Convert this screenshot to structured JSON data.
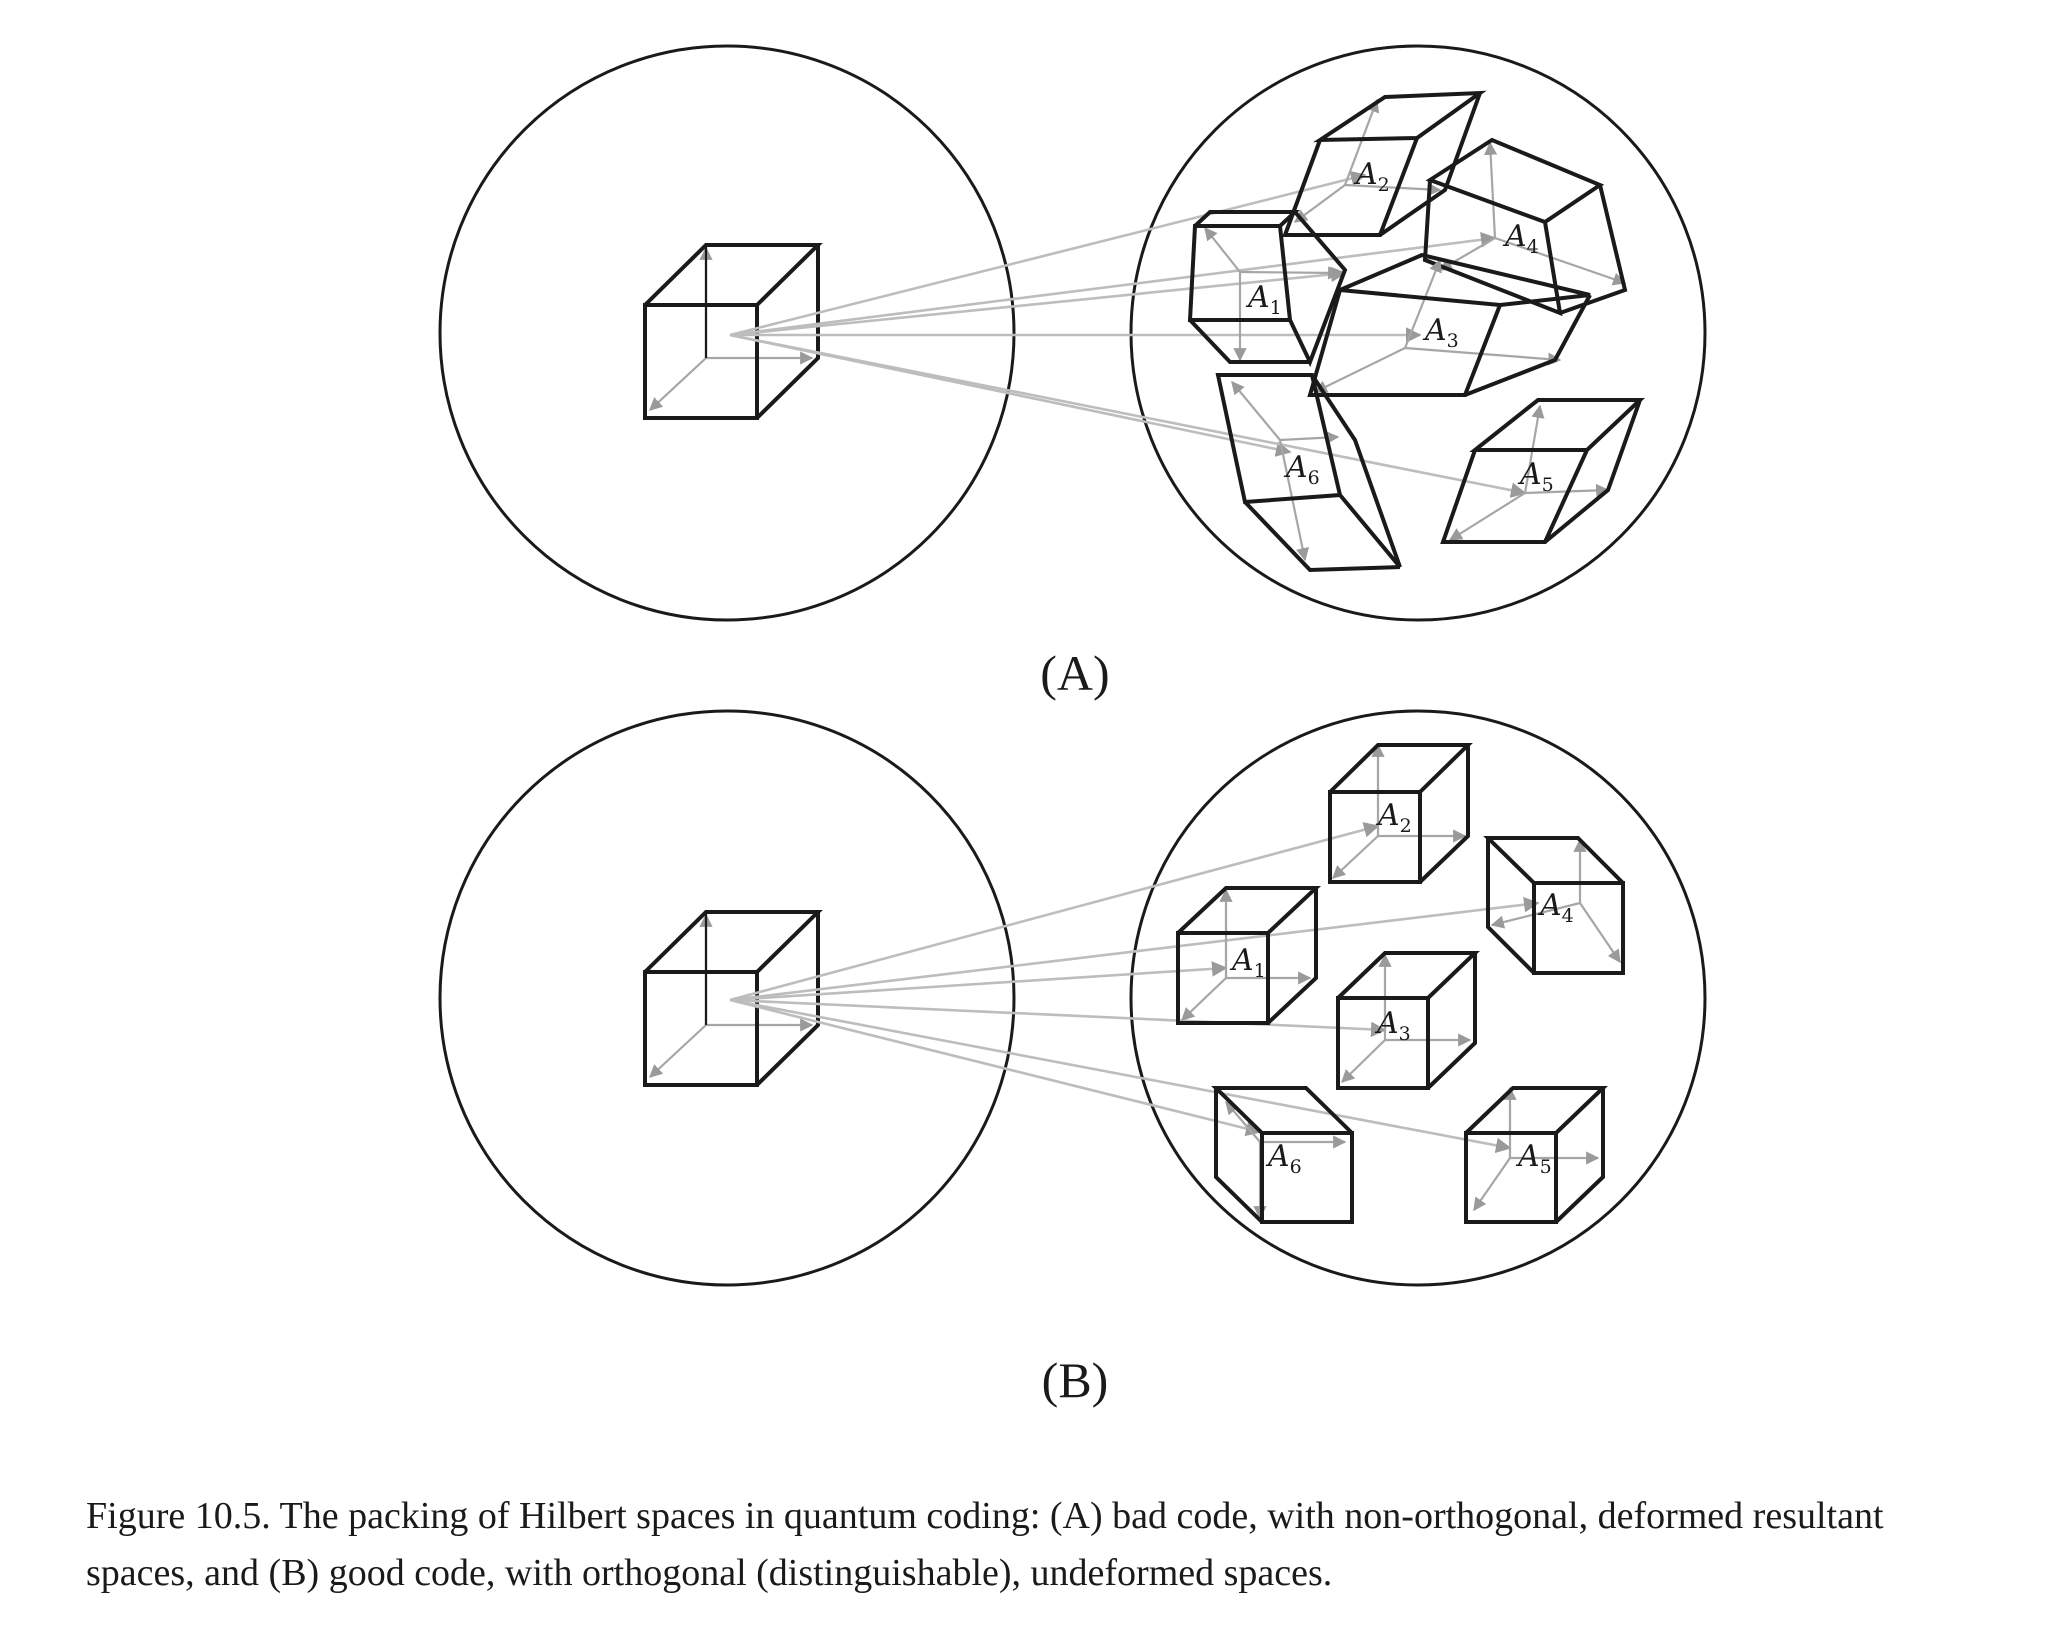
{
  "figure": {
    "panels": [
      {
        "id": "A",
        "label": "(A)",
        "code_quality": "bad",
        "subspaces": [
          {
            "name": "A",
            "index": "1"
          },
          {
            "name": "A",
            "index": "2"
          },
          {
            "name": "A",
            "index": "3"
          },
          {
            "name": "A",
            "index": "4"
          },
          {
            "name": "A",
            "index": "5"
          },
          {
            "name": "A",
            "index": "6"
          }
        ]
      },
      {
        "id": "B",
        "label": "(B)",
        "code_quality": "good",
        "subspaces": [
          {
            "name": "A",
            "index": "1"
          },
          {
            "name": "A",
            "index": "2"
          },
          {
            "name": "A",
            "index": "3"
          },
          {
            "name": "A",
            "index": "4"
          },
          {
            "name": "A",
            "index": "5"
          },
          {
            "name": "A",
            "index": "6"
          }
        ]
      }
    ],
    "colors": {
      "outline": "#1a1a1a",
      "axis_arrows": "#a6a6a6",
      "mapping_rays": "#bdbdbd"
    }
  },
  "caption": "Figure 10.5. The packing of Hilbert spaces in quantum coding: (A) bad code, with non-orthogonal, deformed resultant spaces, and (B) good code, with orthogonal (distinguishable), undeformed spaces."
}
